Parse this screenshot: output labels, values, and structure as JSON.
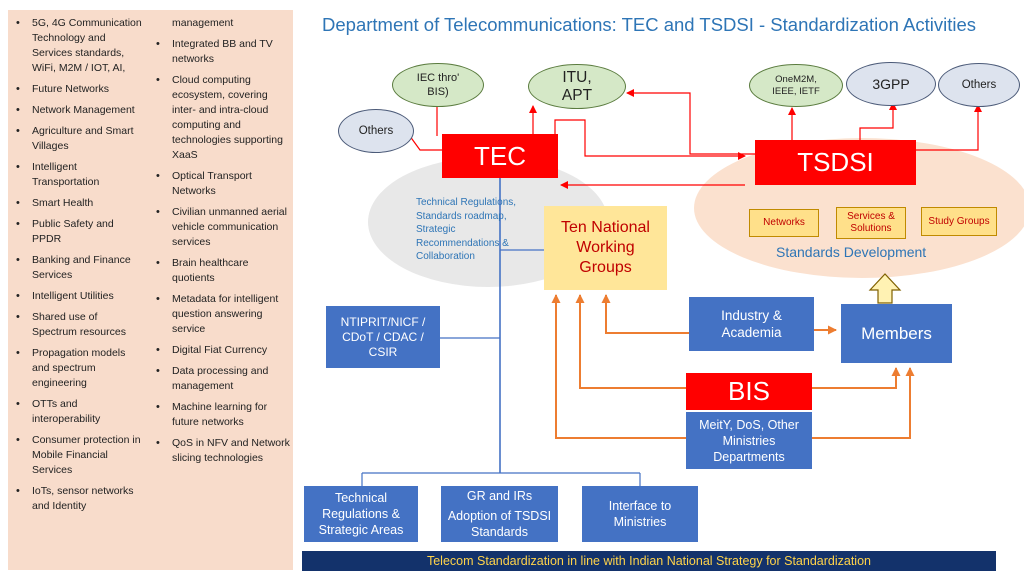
{
  "title": "Department of Telecommunications: TEC and TSDSI - Standardization Activities",
  "activities_col1": [
    "5G, 4G Communication Technology and Services standards, WiFi, M2M / IOT, AI,",
    "Future Networks",
    "Network Management",
    "Agriculture and Smart Villages",
    "Intelligent Transportation",
    "Smart Health",
    "Public Safety and PPDR",
    "Banking and Finance Services",
    "Intelligent Utilities",
    "Shared use of Spectrum resources",
    "Propagation models and spectrum engineering",
    "OTTs and interoperability",
    "Consumer protection in Mobile Financial Services",
    "IoTs, sensor networks and Identity"
  ],
  "activities_col2_continuation": "management",
  "activities_col2": [
    "Integrated BB and TV networks",
    "Cloud computing ecosystem, covering inter- and intra-cloud computing and technologies supporting XaaS",
    "Optical Transport Networks",
    "Civilian unmanned aerial vehicle communication services",
    "Brain healthcare quotients",
    "Metadata for intelligent question answering service",
    "Digital Fiat Currency",
    "Data processing and management",
    "Machine learning for future networks",
    "QoS in NFV and Network slicing technologies"
  ],
  "nodes": {
    "tec": "TEC",
    "tsdsi": "TSDSI",
    "iec": "IEC thro' BIS)",
    "itu": "ITU, APT",
    "onem2m": "OneM2M, IEEE, IETF",
    "threegpp": "3GPP",
    "others_left": "Others",
    "others_right": "Others",
    "tec_desc": "Technical Regulations, Standards roadmap, Strategic Recommendations & Collaboration",
    "working_groups": "Ten National Working Groups",
    "networks": "Networks",
    "services": "Services & Solutions",
    "study_groups": "Study Groups",
    "standards_dev": "Standards Development",
    "ntiprit": "NTIPRIT/NICF / CDoT / CDAC / CSIR",
    "industry": "Industry & Academia",
    "members": "Members",
    "bis": "BIS",
    "meity": "MeitY, DoS, Other Ministries Departments",
    "tech_reg": "Technical Regulations & Strategic Areas",
    "gr_irs": "GR and IRs",
    "adoption": "Adoption of TSDSI Standards",
    "interface": "Interface to Ministries"
  },
  "footer": "Telecom Standardization  in line with Indian National Strategy for Standardization",
  "colors": {
    "blue_box": "#4472c4",
    "red_box": "#ff0000",
    "title": "#2e75b6",
    "panel": "#f8dccb",
    "footer_bg": "#13326b",
    "footer_text": "#ffd34a",
    "arrow_red": "#ff0000",
    "arrow_orange": "#ed7d31"
  }
}
